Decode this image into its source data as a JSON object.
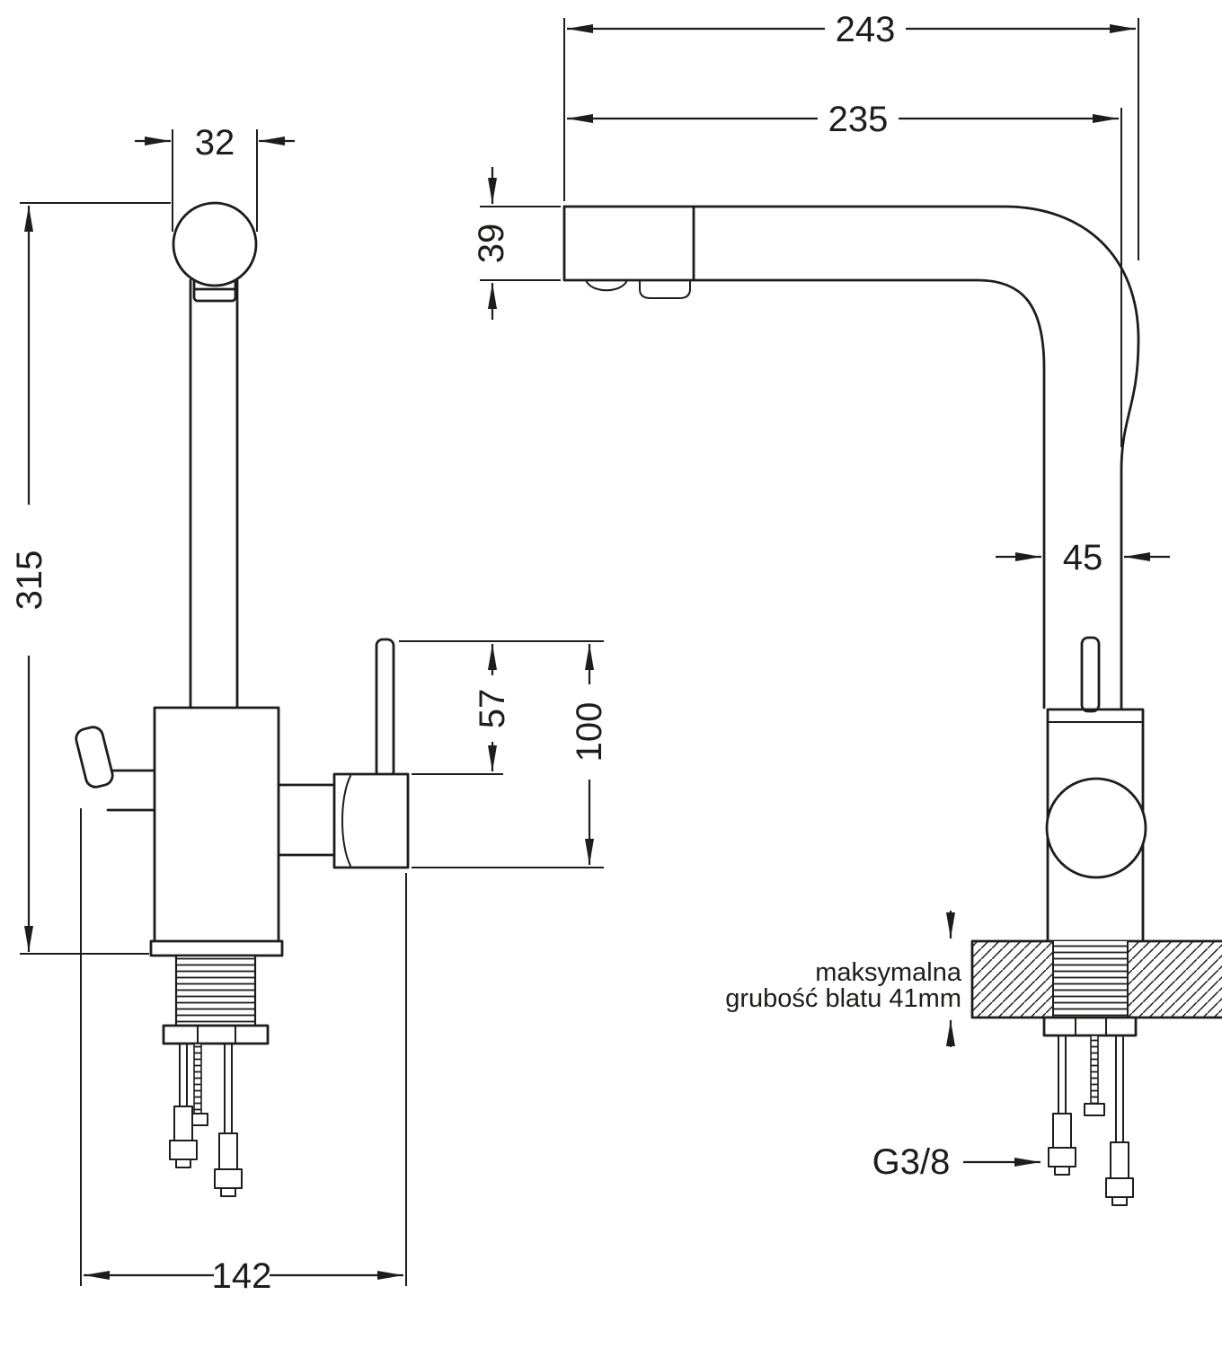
{
  "colors": {
    "line": "#1d1d1b",
    "background": "#ffffff"
  },
  "front_view": {
    "dim_spout_width": "32",
    "dim_height": "315",
    "dim_lever_height": "57",
    "dim_valve_height": "100",
    "dim_base_span": "142"
  },
  "side_view": {
    "dim_depth_total": "243",
    "dim_depth_spout": "235",
    "dim_spout_head_height": "39",
    "dim_column_width": "45",
    "counter_note_line1": "maksymalna",
    "counter_note_line2": "grubość blatu 41mm",
    "thread_label": "G3/8"
  }
}
